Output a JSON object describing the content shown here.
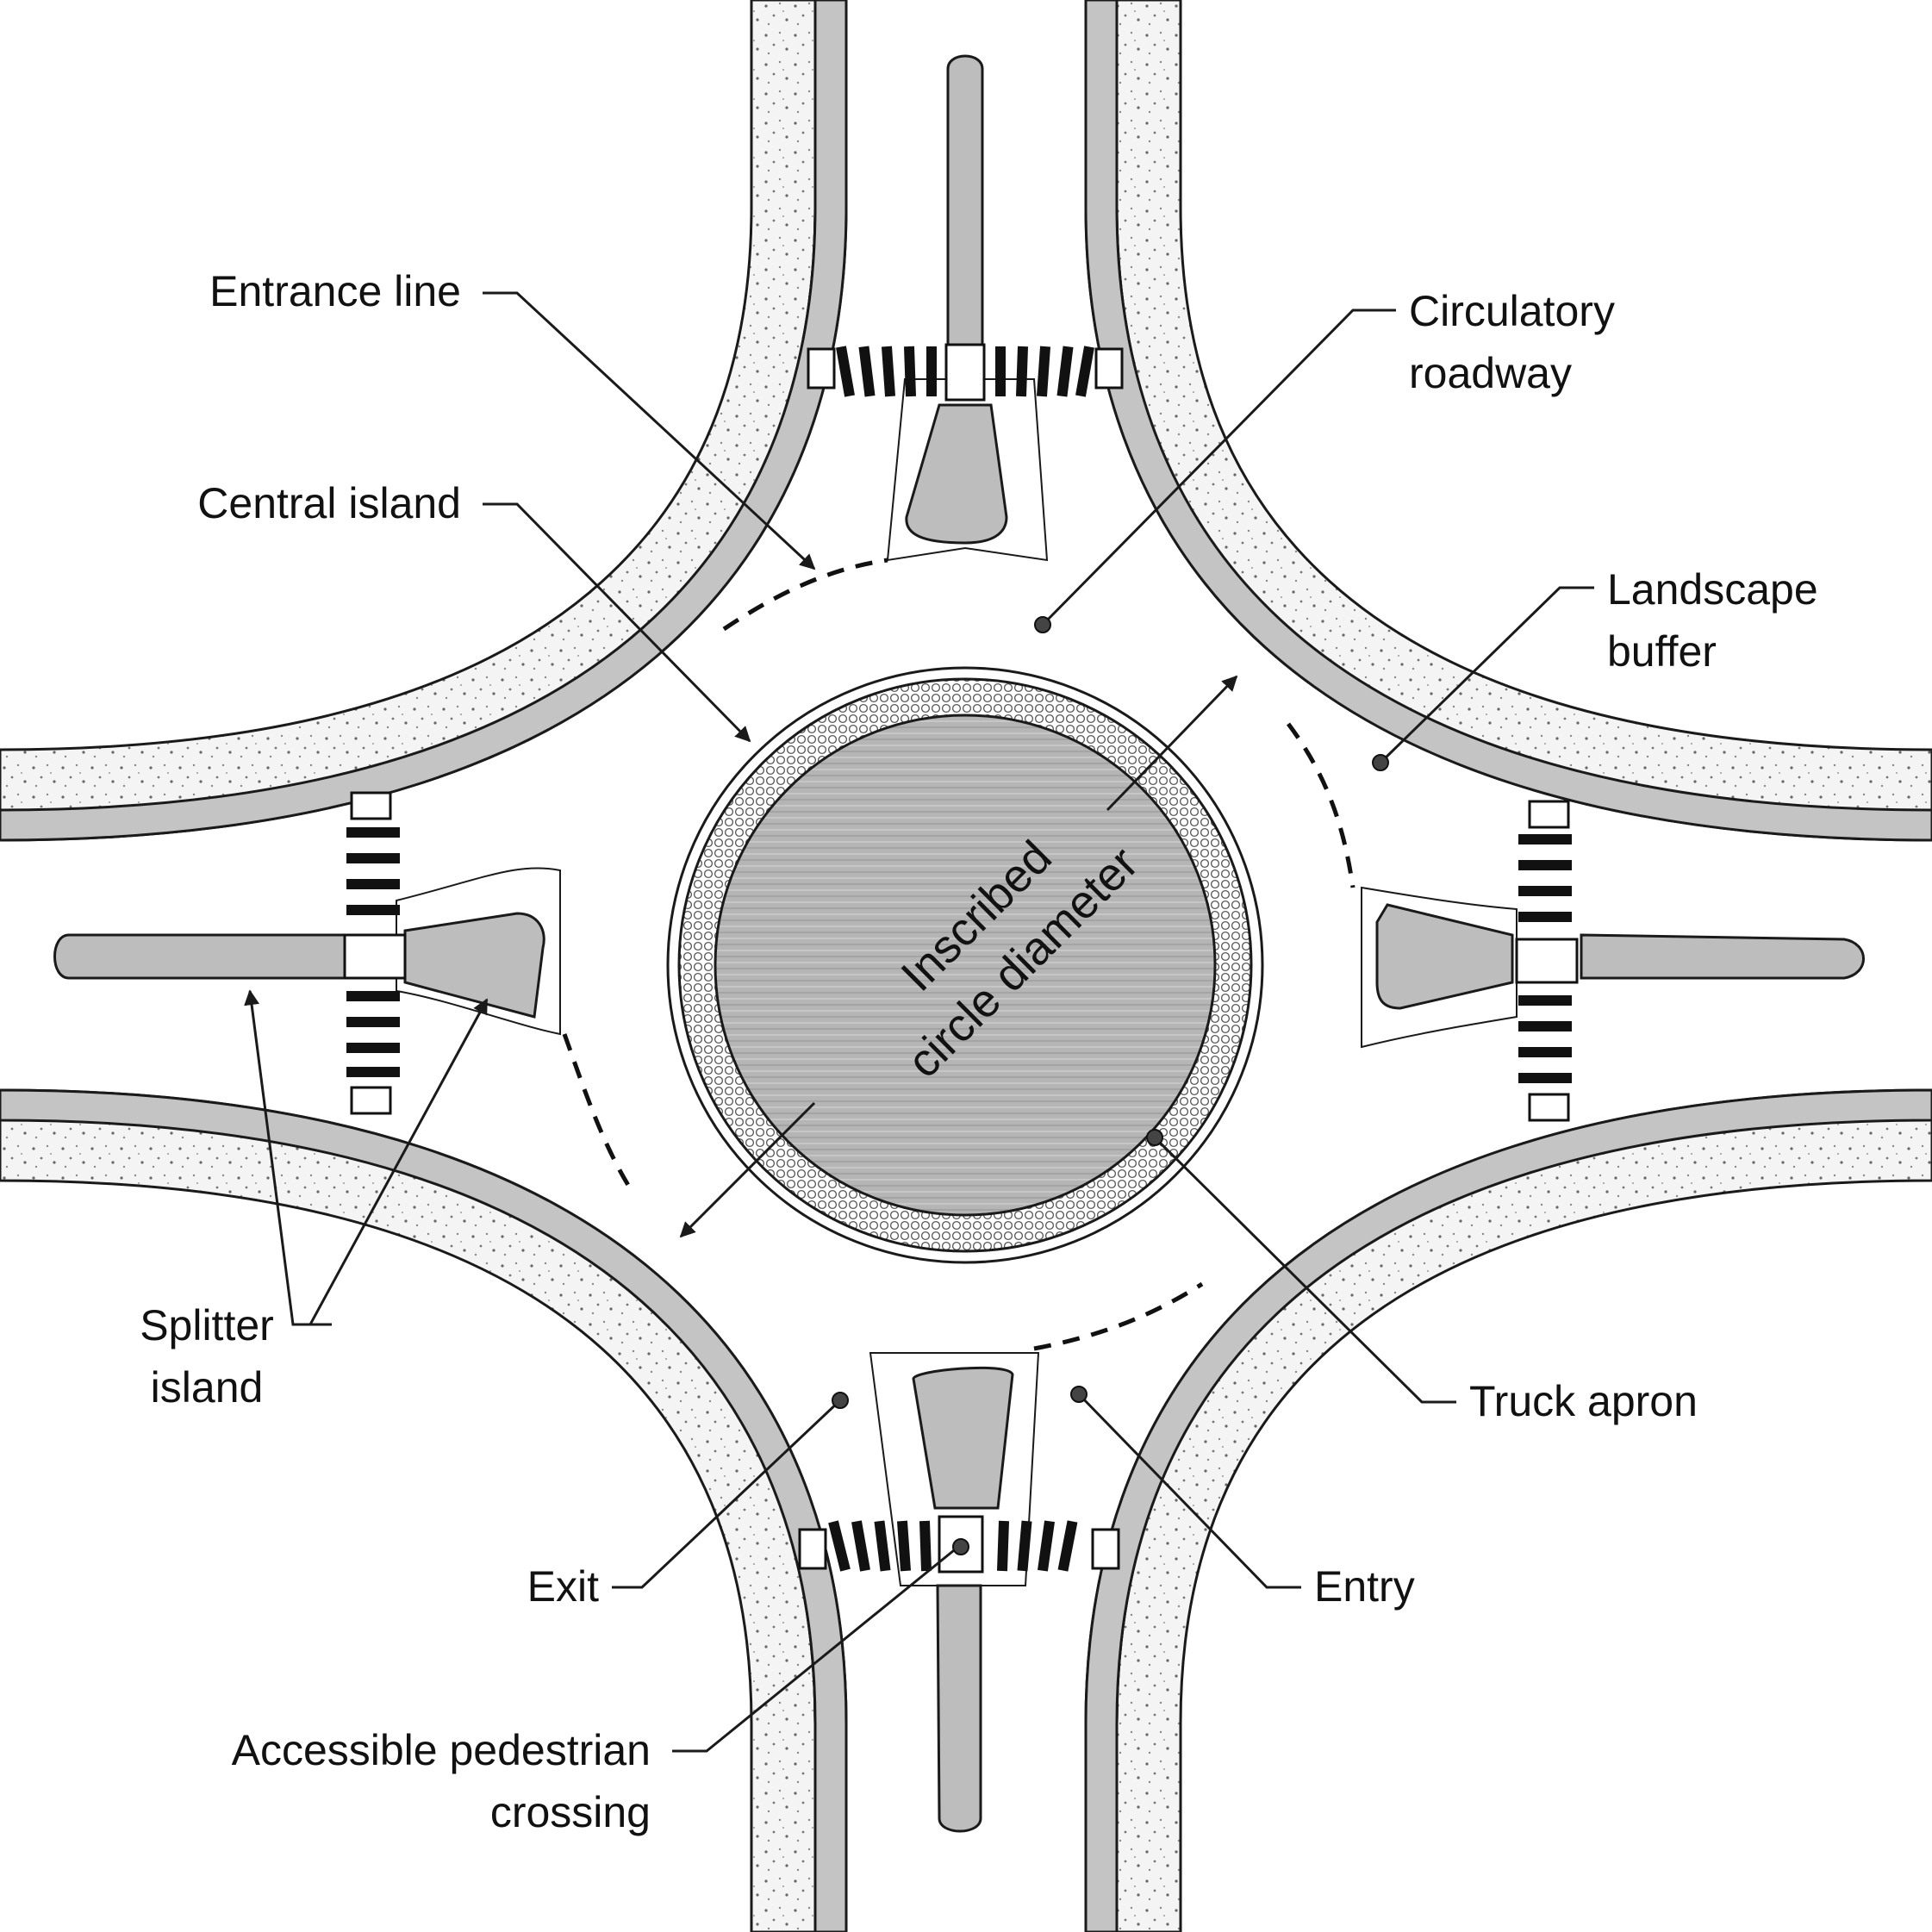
{
  "labels": {
    "entrance_line": "Entrance line",
    "central_island": "Central island",
    "circulatory_roadway": [
      "Circulatory",
      "roadway"
    ],
    "landscape_buffer": [
      "Landscape",
      "buffer"
    ],
    "inscribed_circle_diameter": [
      "Inscribed",
      "circle diameter"
    ],
    "splitter_island": [
      "Splitter",
      "island"
    ],
    "truck_apron": "Truck apron",
    "exit": "Exit",
    "entry": "Entry",
    "accessible_pedestrian_crossing": [
      "Accessible pedestrian",
      "crossing"
    ]
  },
  "colors": {
    "island_fill": "#bdbdbd",
    "central_fill": "#b3b3b3",
    "buffer_fill": "#f2f2f2",
    "line": "#1a1a1a"
  }
}
